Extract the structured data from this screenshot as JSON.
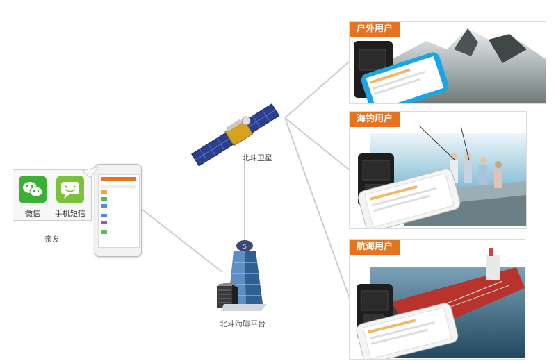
{
  "diagram": {
    "satellite": {
      "label": "北斗卫星"
    },
    "platform": {
      "label": "北斗海聊平台"
    },
    "friends": {
      "label": "亲友",
      "apps": [
        {
          "name": "微信",
          "color": "#3cb035"
        },
        {
          "name": "手机短信",
          "color": "#7cc13c"
        }
      ]
    },
    "panels": [
      {
        "title": "户外用户"
      },
      {
        "title": "海钓用户"
      },
      {
        "title": "航海用户"
      }
    ]
  },
  "colors": {
    "accent": "#e8731e",
    "connector": "#cccccc",
    "wechat": "#3cb035",
    "sms": "#7cc13c",
    "phone_blue": "#1aa5e6"
  },
  "icons": {
    "satellite": "satellite-icon",
    "platform": "building-icon",
    "wechat": "wechat-icon",
    "sms": "sms-icon"
  }
}
